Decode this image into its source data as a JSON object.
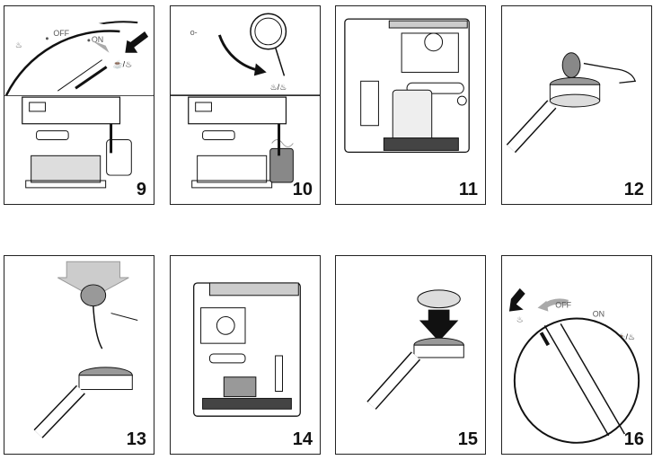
{
  "steps": [
    {
      "number": "9",
      "dial": {
        "off": "OFF",
        "on": "ON"
      }
    },
    {
      "number": "10",
      "marker": "o-"
    },
    {
      "number": "11"
    },
    {
      "number": "12"
    },
    {
      "number": "13"
    },
    {
      "number": "14"
    },
    {
      "number": "15"
    },
    {
      "number": "16",
      "dial": {
        "off": "OFF",
        "on": "ON"
      }
    }
  ],
  "icons": [
    "steam-icon",
    "coffee-cup-icon",
    "hot-water-icon",
    "pointer-arrow-icon"
  ]
}
